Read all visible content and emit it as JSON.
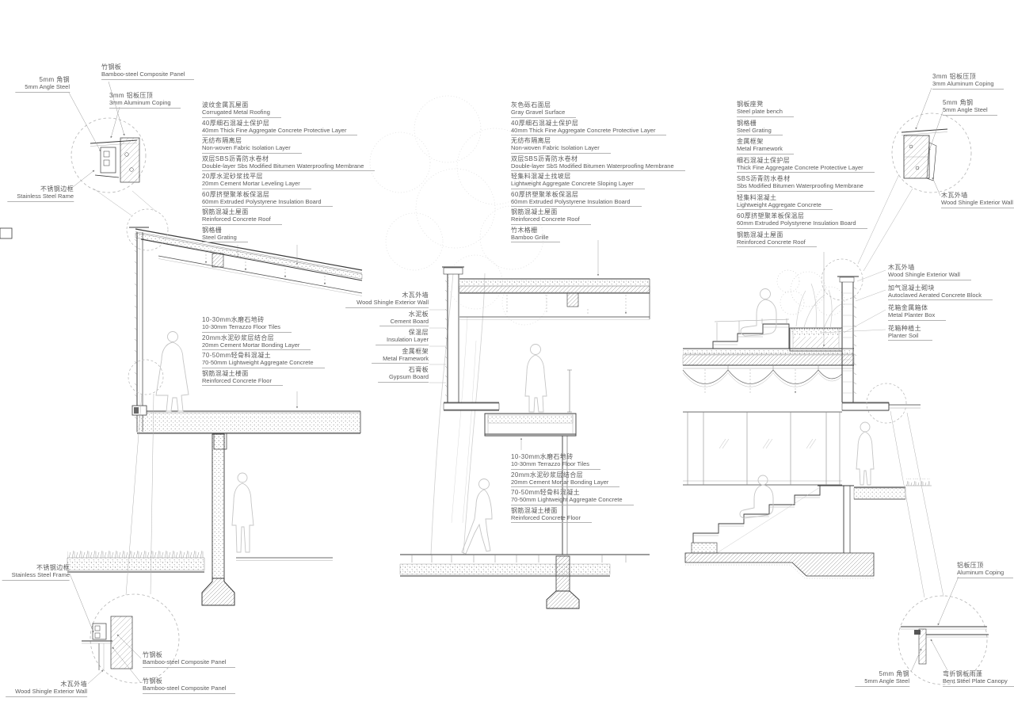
{
  "title": "Building section construction details",
  "colors": {
    "background": "#ffffff",
    "cut_line": "#3a3a3a",
    "thin_line": "#8a8a8a",
    "light_line": "#c8c8c8",
    "text": "#5a5a5a",
    "underline": "#b3b3b3",
    "dashed_circle": "#b5b5b5"
  },
  "stacks": {
    "left_roof": {
      "items": [
        {
          "zh": "波纹金属瓦屋面",
          "en": "Corrugated Metal Roofing"
        },
        {
          "zh": "40厚细石混凝土保护层",
          "en": "40mm Thick Fine Aggregate Concrete Protective Layer"
        },
        {
          "zh": "无纺布隔离层",
          "en": "Non-woven Fabric Isolation Layer"
        },
        {
          "zh": "双层SBS沥青防水卷材",
          "en": "Double-layer Sbs Modified Bitumen Waterproofing Membrane"
        },
        {
          "zh": "20厚水泥砂浆找平层",
          "en": "20mm Cement Mortar Leveling Layer"
        },
        {
          "zh": "60厚挤塑聚苯板保温层",
          "en": "60mm Extruded Polystyrene Insulation Board"
        },
        {
          "zh": "钢筋混凝土屋面",
          "en": "Reinforced Concrete Roof"
        },
        {
          "zh": "钢格栅",
          "en": "Steel Grating"
        }
      ]
    },
    "left_floor": {
      "items": [
        {
          "zh": "10-30mm水磨石地砖",
          "en": "10-30mm Terrazzo Floor Tiles"
        },
        {
          "zh": "20mm水泥砂浆层结合层",
          "en": "20mm Cement Mortar Bonding Layer"
        },
        {
          "zh": "70-50mm轻骨料混凝土",
          "en": "70-50mm Lightweight Aggregate Concrete"
        },
        {
          "zh": "钢筋混凝土楼面",
          "en": "Reinforced Concrete Floor"
        }
      ]
    },
    "center_roof": {
      "items": [
        {
          "zh": "灰色砾石面层",
          "en": "Gray Gravel Surface"
        },
        {
          "zh": "40厚细石混凝土保护层",
          "en": "40mm Thick Fine Aggregate Concrete Protective Layer"
        },
        {
          "zh": "无纺布隔离层",
          "en": "Non-woven Fabric Isolation Layer"
        },
        {
          "zh": "双层SBS沥青防水卷材",
          "en": "Double-layer SbS Modified Bitumen Waterproofing Membrane"
        },
        {
          "zh": "轻集料混凝土找坡层",
          "en": "Lightweight Aggregate Concrete Sloping Layer"
        },
        {
          "zh": "60厚挤塑聚苯板保温层",
          "en": "60mm Extruded Polystyrene Insulation Board"
        },
        {
          "zh": "钢筋混凝土屋面",
          "en": "Reinforced Concrete Roof"
        },
        {
          "zh": "竹木格栅",
          "en": "Bamboo Grille"
        }
      ]
    },
    "center_wall": {
      "items": [
        {
          "zh": "木瓦外墙",
          "en": "Wood Shingle Exterior Wall"
        },
        {
          "zh": "水泥板",
          "en": "Cement Board"
        },
        {
          "zh": "保温层",
          "en": "Insulation Layer"
        },
        {
          "zh": "金属框架",
          "en": "Metal Framework"
        },
        {
          "zh": "石膏板",
          "en": "Gypsum Board"
        }
      ]
    },
    "center_floor": {
      "items": [
        {
          "zh": "10-30mm水磨石地砖",
          "en": "10-30mm Terrazzo Floor Tiles"
        },
        {
          "zh": "20mm水泥砂浆层结合层",
          "en": "20mm Cement Mortar Bonding Layer"
        },
        {
          "zh": "70-50mm轻骨料混凝土",
          "en": "70-50mm Lightweight Aggregate Concrete"
        },
        {
          "zh": "钢筋混凝土楼面",
          "en": "Reinforced Concrete Floor"
        }
      ]
    },
    "right_roof": {
      "items": [
        {
          "zh": "钢板座凳",
          "en": "Steel plate bench"
        },
        {
          "zh": "钢格栅",
          "en": "Steel Grating"
        },
        {
          "zh": "金属框架",
          "en": "Metal Framework"
        },
        {
          "zh": "细石混凝土保护层",
          "en": "Thick Fine Aggregate Concrete Protective Layer"
        },
        {
          "zh": "SBS沥青防水卷材",
          "en": "Sbs Modified Bitumen Waterproofing Membrane"
        },
        {
          "zh": "轻集料混凝土",
          "en": "Lightweight Aggregate Concrete"
        },
        {
          "zh": "60厚挤塑聚苯板保温层",
          "en": "60mm Extruded Polystyrene Insulation Board"
        },
        {
          "zh": "钢筋混凝土屋面",
          "en": "Reinforced Concrete Roof"
        }
      ]
    },
    "right_planter": {
      "items": [
        {
          "zh": "木瓦外墙",
          "en": "Wood Shingle Exterior Wall"
        },
        {
          "zh": "加气混凝土砌块",
          "en": "Autoclaved Aerated Concrete Block"
        },
        {
          "zh": "花箱金属箱体",
          "en": "Metal Planter Box"
        },
        {
          "zh": "花箱种植土",
          "en": "Planter Soil"
        }
      ]
    }
  },
  "callouts": {
    "tl_bamboo": {
      "zh": "竹钢板",
      "en": "Bamboo-steel Composite Panel"
    },
    "tl_angle": {
      "zh": "5mm 角钢",
      "en": "5mm Angle Steel"
    },
    "tl_coping": {
      "zh": "3mm 铝板压顶",
      "en": "3mm Aluminum Coping"
    },
    "tl_frame": {
      "zh": "不锈钢边框",
      "en": "Stainless Steel Rame"
    },
    "tr_coping": {
      "zh": "3mm 铝板压顶",
      "en": "3mm Aluminum Coping"
    },
    "tr_angle": {
      "zh": "5mm 角钢",
      "en": "5mm Angle Steel"
    },
    "tr_wall": {
      "zh": "木瓦外墙",
      "en": "Wood Shingle Exterior Wall"
    },
    "bl_frame": {
      "zh": "不锈钢边框",
      "en": "Stainless Steel Frame"
    },
    "bl_bamboo1": {
      "zh": "竹钢板",
      "en": "Bamboo-steel Composite Panel"
    },
    "bl_bamboo2": {
      "zh": "竹钢板",
      "en": "Bamboo-steel Composite Panel"
    },
    "bl_wall": {
      "zh": "木瓦外墙",
      "en": "Wood Shingle Exterior Wall"
    },
    "br_coping": {
      "zh": "铝板压顶",
      "en": "Aluminum Coping"
    },
    "br_angle": {
      "zh": "5mm 角钢",
      "en": "5mm Angle Steel"
    },
    "br_canopy": {
      "zh": "弯折钢板雨蓬",
      "en": "Bent Steel Plate Canopy"
    }
  }
}
